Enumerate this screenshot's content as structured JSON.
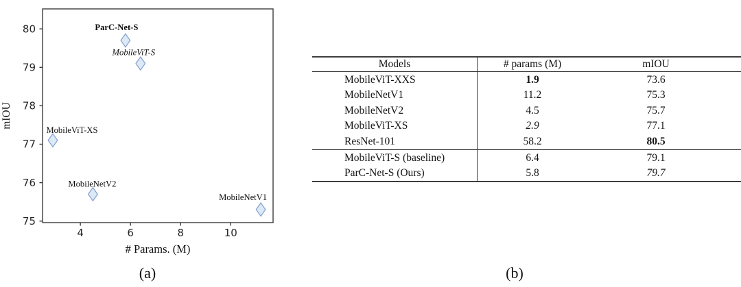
{
  "captions": {
    "a": "(a)",
    "b": "(b)"
  },
  "chart_data": {
    "type": "scatter",
    "title": "",
    "xlabel": "# Params. (M)",
    "ylabel": "mIOU",
    "xlim": [
      2.49,
      11.69
    ],
    "ylim": [
      74.96,
      80.52
    ],
    "xticks": [
      "4",
      "6",
      "8",
      "10"
    ],
    "yticks": [
      "75",
      "76",
      "77",
      "78",
      "79",
      "80"
    ],
    "grid": false,
    "legend": "none",
    "marker": {
      "shape": "thin-diamond",
      "fill": "#dce9f7",
      "stroke": "#839fc9"
    },
    "points": [
      {
        "label": "ParC-Net-S",
        "x": 5.8,
        "y": 79.7,
        "label_style": "bold",
        "label_dx": -13,
        "label_dy": -19
      },
      {
        "label": "MobileViT-S",
        "x": 6.4,
        "y": 79.1,
        "label_style": "italic",
        "label_dx": -10,
        "label_dy": -16
      },
      {
        "label": "MobileViT-XS",
        "x": 2.9,
        "y": 77.1,
        "label_style": "normal",
        "label_dx": 28,
        "label_dy": -15
      },
      {
        "label": "MobileNetV2",
        "x": 4.5,
        "y": 75.7,
        "label_style": "normal",
        "label_dx": -1,
        "label_dy": -15
      },
      {
        "label": "MobileNetV1",
        "x": 11.2,
        "y": 75.3,
        "label_style": "normal",
        "label_dx": -26,
        "label_dy": -18
      }
    ]
  },
  "table": {
    "columns": [
      "Models",
      "# params (M)",
      "mIOU"
    ],
    "rows": [
      {
        "model": "MobileViT-XXS",
        "params": "1.9",
        "params_style": "bold",
        "miou": "73.6",
        "miou_style": "normal",
        "rule_after": false
      },
      {
        "model": "MobileNetV1",
        "params": "11.2",
        "params_style": "normal",
        "miou": "75.3",
        "miou_style": "normal",
        "rule_after": false
      },
      {
        "model": "MobileNetV2",
        "params": "4.5",
        "params_style": "normal",
        "miou": "75.7",
        "miou_style": "normal",
        "rule_after": false
      },
      {
        "model": "MobileViT-XS",
        "params": "2.9",
        "params_style": "italic",
        "miou": "77.1",
        "miou_style": "normal",
        "rule_after": false
      },
      {
        "model": "ResNet-101",
        "params": "58.2",
        "params_style": "normal",
        "miou": "80.5",
        "miou_style": "bold",
        "rule_after": true
      },
      {
        "model": "MobileViT-S (baseline)",
        "params": "6.4",
        "params_style": "normal",
        "miou": "79.1",
        "miou_style": "normal",
        "rule_after": false
      },
      {
        "model": "ParC-Net-S (Ours)",
        "params": "5.8",
        "params_style": "normal",
        "miou": "79.7",
        "miou_style": "italic",
        "rule_after": false
      }
    ]
  }
}
